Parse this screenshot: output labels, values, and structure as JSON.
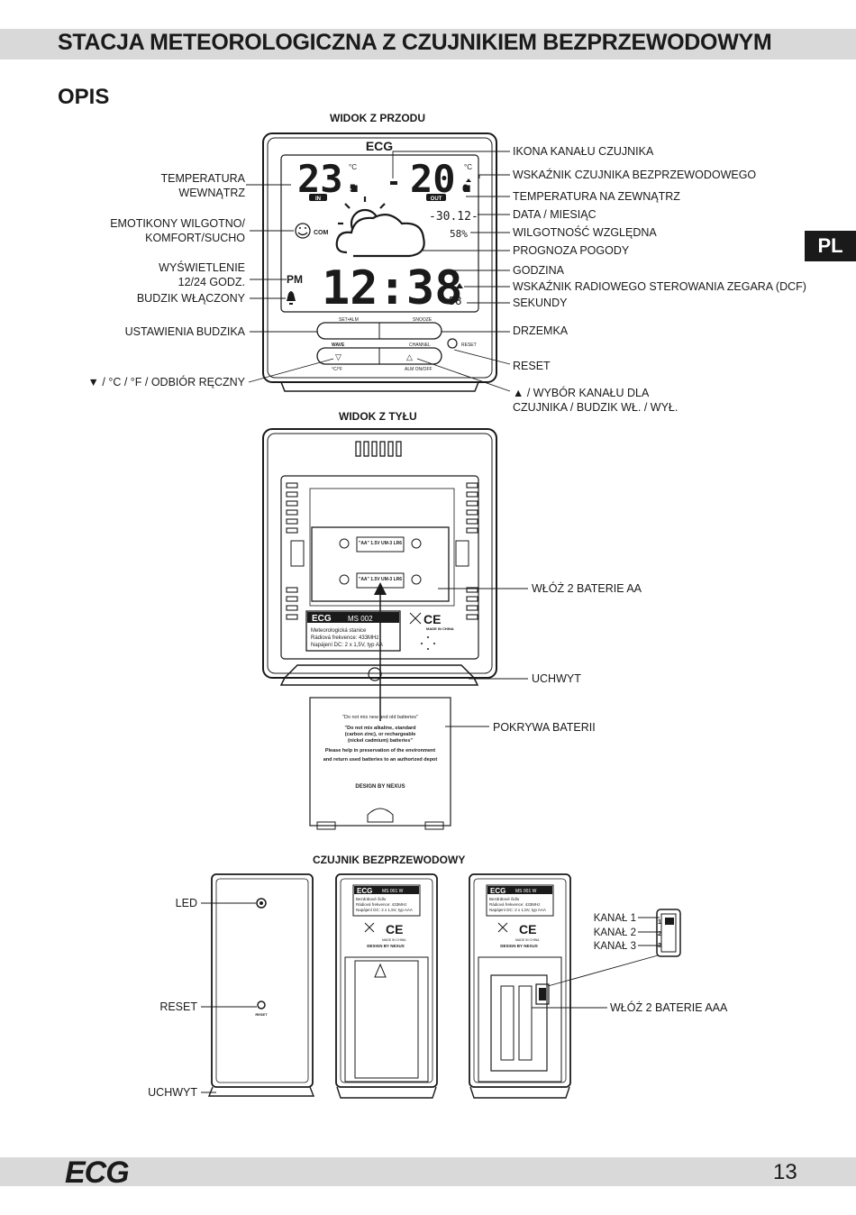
{
  "header": {
    "title": "STACJA METEOROLOGICZNA Z CZUJNIKIEM BEZPRZEWODOWYM"
  },
  "section_title": "OPIS",
  "language_tab": "PL",
  "front_view": {
    "heading": "WIDOK Z PRZODU",
    "display": {
      "brand": "ECG",
      "indoor_temp": "23.",
      "indoor_temp_decimal": "5",
      "indoor_unit": "°C",
      "indoor_tag": "IN",
      "outdoor_temp": "20.",
      "outdoor_temp_decimal": "6",
      "outdoor_unit": "°C",
      "outdoor_tag": "OUT",
      "date": "-30.12-",
      "humidity": "58%",
      "comfort": "COM",
      "ampm": "PM",
      "time": "12:38",
      "seconds": "58"
    },
    "buttons": {
      "set_alm": "SET•ALM",
      "snooze": "SNOOZE",
      "wave": "WAVE",
      "channel": "CHANNEL",
      "reset": "RESET",
      "cf": "°C/°F",
      "alm_on_off": "ALM ON/OFF",
      "down": "▽",
      "up": "△"
    },
    "labels_left": {
      "indoor_temp": "TEMPERATURA\nWEWNĄTRZ",
      "emoticons": "EMOTIKONY WILGOTNO/\nKOMFORT/SUCHO",
      "display_12_24": "WYŚWIETLENIE\n12/24 GODZ.",
      "alarm_on": "BUDZIK WŁĄCZONY",
      "alarm_settings": "USTAWIENIA BUDZIKA",
      "down_button": "▼ / °C / °F / ODBIÓR RĘCZNY"
    },
    "labels_right": {
      "channel_icon": "IKONA KANAŁU CZUJNIKA",
      "wireless_indicator": "WSKAŹNIK CZUJNIKA BEZPRZEWODOWEGO",
      "outdoor_temp": "TEMPERATURA NA ZEWNĄTRZ",
      "date_month": "DATA / MIESIĄC",
      "humidity": "WILGOTNOŚĆ WZGLĘDNA",
      "forecast": "PROGNOZA POGODY",
      "hour": "GODZINA",
      "dcf": "WSKAŹNIK RADIOWEGO STEROWANIA ZEGARA (DCF)",
      "seconds": "SEKUNDY",
      "snooze": "DRZEMKA",
      "reset": "RESET",
      "up_button": "▲ / WYBÓR KANAŁU DLA\nCZUJNIKA / BUDZIK WŁ. / WYŁ."
    }
  },
  "back_view": {
    "heading": "WIDOK Z TYŁU",
    "battery_text": "\"AA\"  1.5V\nUM-3  LR6",
    "sticker": {
      "brand": "ECG",
      "model": "MS 002",
      "line1": "Meteorologická stanice",
      "line2": "Rádiová frekvence: 433MHz",
      "line3": "Napájení DC: 2 x 1,5V, typ AA"
    },
    "made_in": "MADE IN CHINA",
    "cover": {
      "line1": "\"Do not mix new and old batteries\"",
      "line2": "\"Do not mix alkaline, standard",
      "line3": "(carbon zinc), or rechargeable",
      "line4": "(nickel cadmium) batteries\"",
      "line5": "Please help in preservation of the environment",
      "line6": "and return used batteries to an authorized depot",
      "design": "DESIGN BY NEXUS"
    },
    "labels": {
      "batteries": "WŁÓŻ 2 BATERIE AA",
      "holder": "UCHWYT",
      "cover": "POKRYWA BATERII"
    }
  },
  "sensor": {
    "heading": "CZUJNIK BEZPRZEWODOWY",
    "sticker": {
      "brand": "ECG",
      "model": "MS 001 W",
      "line1": "Bezdrátové čidlo",
      "line2": "Rádiová frekvence: 433MHz",
      "line3": "Napájení DC: 2 x 1,5V, typ AAA"
    },
    "made_in": "MADE IN CHINA",
    "design": "DESIGN BY NEXUS",
    "reset_small": "RESET",
    "switch_digits": [
      "1",
      "2",
      "3"
    ],
    "labels": {
      "led": "LED",
      "reset": "RESET",
      "holder": "UCHWYT",
      "channel1": "KANAŁ 1",
      "channel2": "KANAŁ 2",
      "channel3": "KANAŁ 3",
      "batteries": "WŁÓŻ 2 BATERIE AAA"
    }
  },
  "footer": {
    "logo": "ECG",
    "page_number": "13"
  }
}
